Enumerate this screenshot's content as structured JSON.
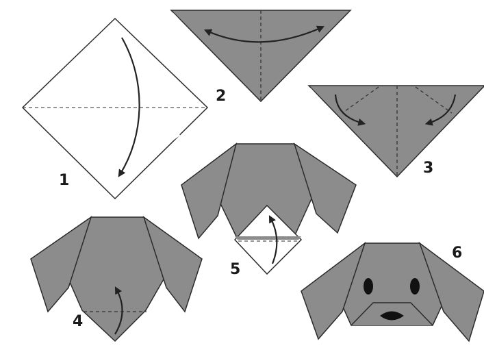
{
  "diagram": {
    "steps": [
      {
        "number": "1"
      },
      {
        "number": "2"
      },
      {
        "number": "3"
      },
      {
        "number": "4"
      },
      {
        "number": "5"
      },
      {
        "number": "6"
      }
    ]
  },
  "colors": {
    "paper_gray": "#8c8c8c",
    "paper_white": "#ffffff",
    "outline": "#2b2b2b",
    "fold_line": "#4a4a4a",
    "eyes_nose": "#111111"
  }
}
